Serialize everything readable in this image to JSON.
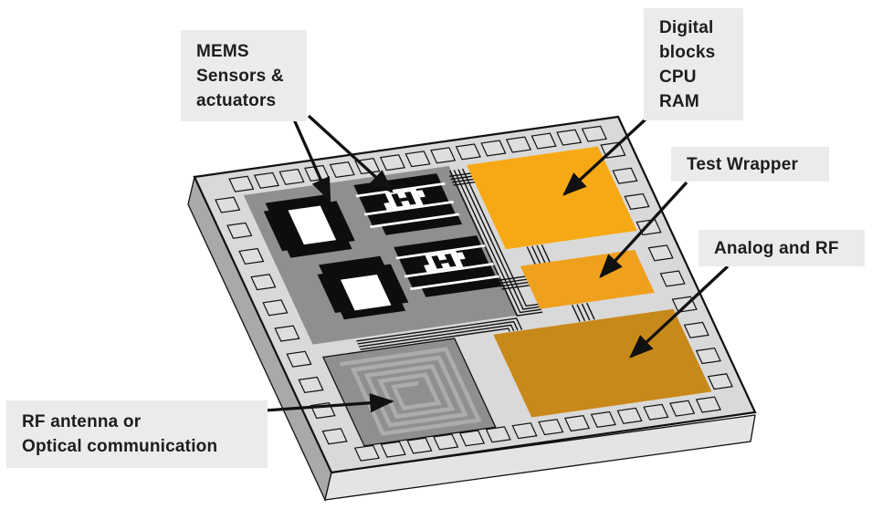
{
  "callouts": {
    "mems": {
      "lines": [
        "MEMS",
        "Sensors &",
        "actuators"
      ]
    },
    "digital": {
      "lines": [
        "Digital",
        "blocks",
        "CPU",
        "RAM"
      ]
    },
    "test_wrapper": {
      "lines": [
        "Test Wrapper"
      ]
    },
    "analog_rf": {
      "lines": [
        "Analog and RF"
      ]
    },
    "rf_antenna": {
      "lines": [
        "RF antenna or",
        "Optical communication"
      ]
    }
  },
  "colors": {
    "substrate": "#d9d9d9",
    "side_left": "#a9a9a9",
    "side_bottom": "#e4e4e4",
    "pad": "#dedede",
    "mems_region": "#8f8f8f",
    "mems_black": "#0d0d0d",
    "digital": "#F7A915",
    "test_wrapper": "#EFA01D",
    "analog_rf": "#C8891B",
    "antenna_region": "#8f8f8f",
    "antenna_trace": "#acacac",
    "outline": "#111111",
    "label_bg": "#ebebeb",
    "label_text": "#1d1d1d"
  }
}
